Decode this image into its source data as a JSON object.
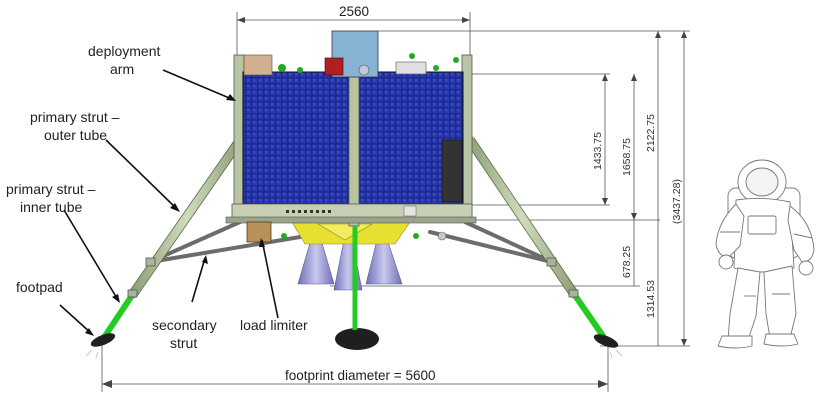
{
  "callouts": {
    "deployment_arm_l1": "deployment",
    "deployment_arm_l2": "arm",
    "outer_tube_l1": "primary strut –",
    "outer_tube_l2": "outer tube",
    "inner_tube_l1": "primary strut –",
    "inner_tube_l2": "inner tube",
    "footpad": "footpad",
    "secondary_l1": "secondary",
    "secondary_l2": "strut",
    "load_limiter": "load limiter"
  },
  "dimensions": {
    "body_width": "2560",
    "d1433": "1433.75",
    "d1658": "1658.75",
    "d2122": "2122.75",
    "d3437": "(3437.28)",
    "d678": "678.25",
    "d1314": "1314.53",
    "footprint": "footprint diameter = 5600"
  },
  "colors": {
    "solar_panel": "#1c2a8c",
    "strut": "#a8b894",
    "strut_inner": "#22cc22",
    "deck": "#c8cfb4",
    "nozzle": "#8f90c8",
    "fuel_tank": "#e8e030"
  }
}
